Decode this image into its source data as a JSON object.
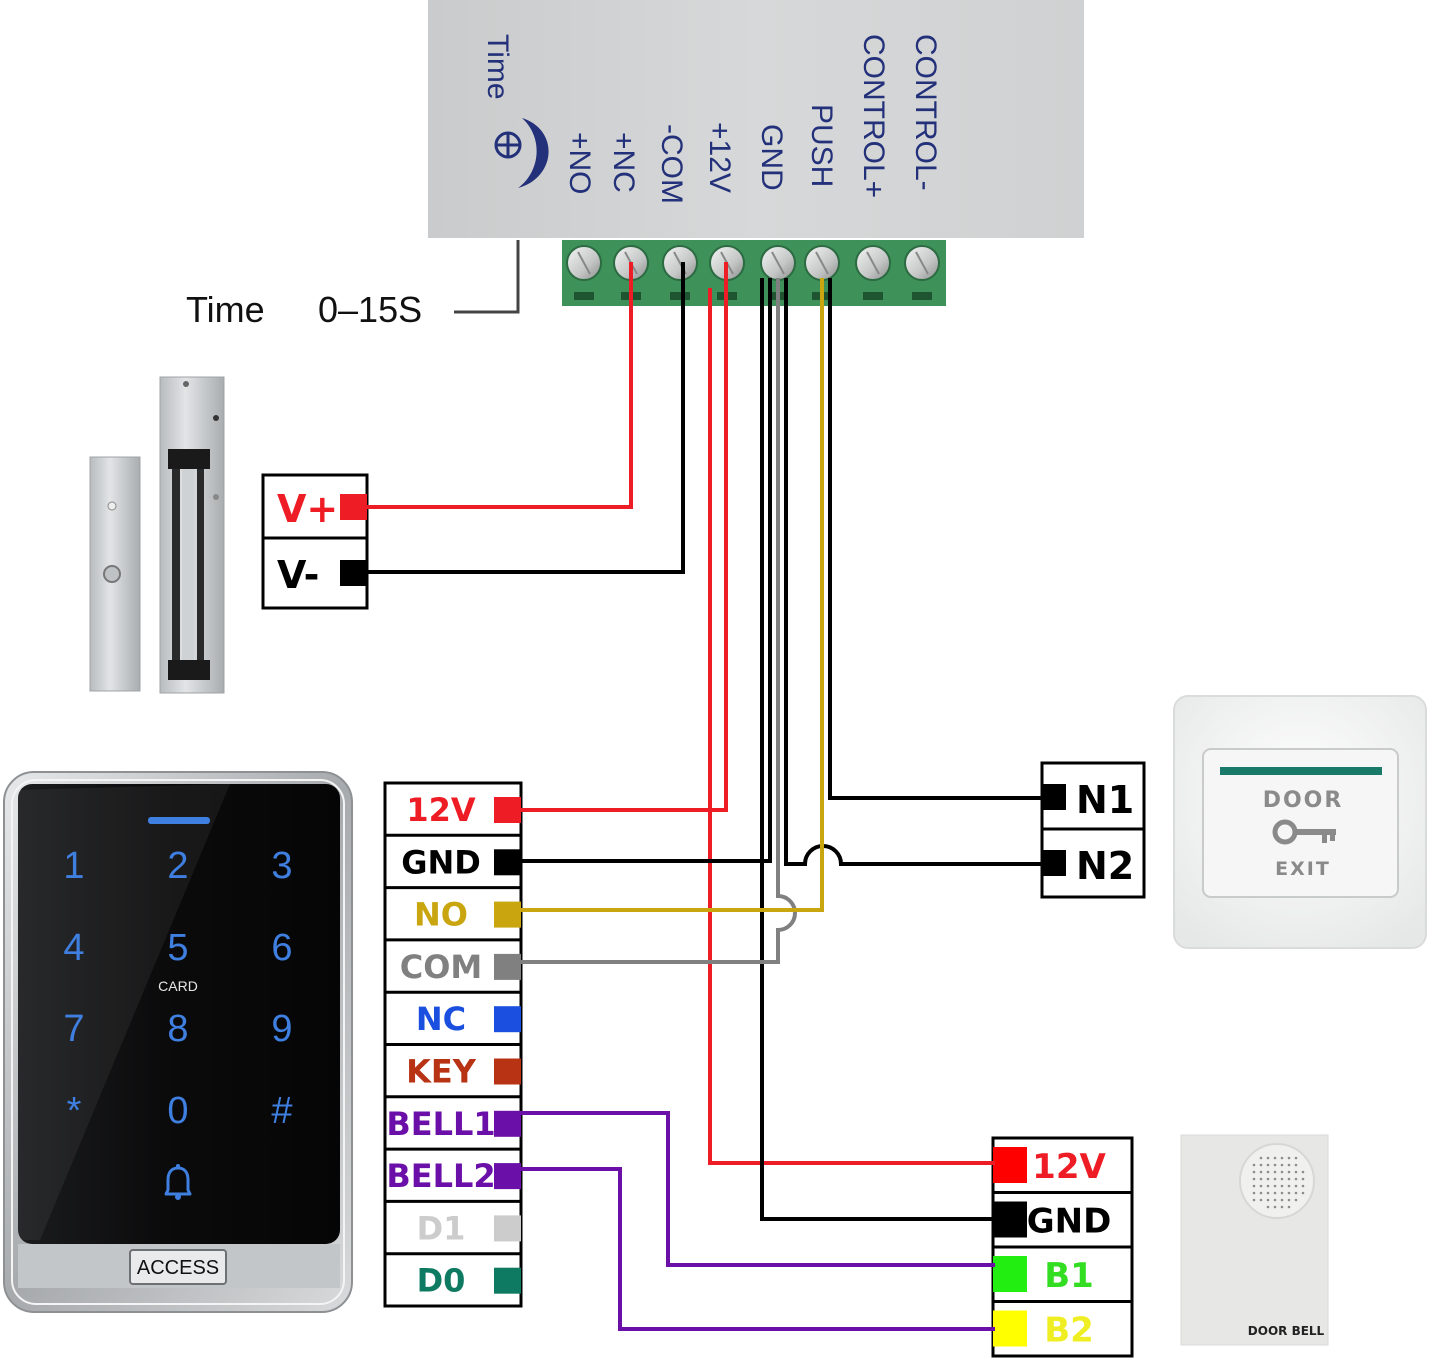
{
  "controller": {
    "name": "Access power supply controller",
    "time_label": "Time",
    "terminal_labels": [
      "+NO",
      "+NC",
      "-COM",
      "+12V",
      "GND",
      "PUSH",
      "CONTROL+",
      "CONTROL-"
    ],
    "time_range_label": "Time",
    "time_range_value": "0–15S"
  },
  "maglock": {
    "name": "Electromagnetic lock",
    "terminals": [
      {
        "label": "V+",
        "color": "#ee1c24"
      },
      {
        "label": "V-",
        "color": "#000000"
      }
    ]
  },
  "keypad": {
    "name": "Access control keypad",
    "keys": [
      "1",
      "2",
      "3",
      "4",
      "5",
      "6",
      "7",
      "8",
      "9",
      "*",
      "0",
      "#"
    ],
    "card_label": "CARD",
    "brand_label": "ACCESS",
    "key_color": "#3f7fe0",
    "terminals": [
      {
        "label": "12V",
        "color": "#ee1c24"
      },
      {
        "label": "GND",
        "color": "#000000"
      },
      {
        "label": "NO",
        "color": "#c9a610"
      },
      {
        "label": "COM",
        "color": "#808080"
      },
      {
        "label": "NC",
        "color": "#1a4fe0"
      },
      {
        "label": "KEY",
        "color": "#b83214"
      },
      {
        "label": "BELL1",
        "color": "#6a0fa8"
      },
      {
        "label": "BELL2",
        "color": "#6a0fa8"
      },
      {
        "label": "D1",
        "color": "#cccccc"
      },
      {
        "label": "D0",
        "color": "#0f7a62"
      }
    ]
  },
  "exit_button": {
    "name": "Door exit button",
    "top_text": "DOOR",
    "bottom_text": "EXIT",
    "terminals": [
      {
        "label": "N1",
        "color": "#000000"
      },
      {
        "label": "N2",
        "color": "#000000"
      }
    ]
  },
  "doorbell": {
    "name": "Door bell",
    "label": "DOOR BELL",
    "terminals": [
      {
        "label": "12V",
        "color": "#ee1c24",
        "pad": "#ff0000"
      },
      {
        "label": "GND",
        "color": "#000000",
        "pad": "#000000"
      },
      {
        "label": "B1",
        "color": "#33dd22",
        "pad": "#22ee11"
      },
      {
        "label": "B2",
        "color": "#eeee22",
        "pad": "#ffff00"
      }
    ]
  },
  "wires": [
    {
      "from": "controller:+NC",
      "to": "maglock:V+",
      "color": "#ee1c24"
    },
    {
      "from": "controller:-COM",
      "to": "maglock:V-",
      "color": "#000000"
    },
    {
      "from": "controller:+12V",
      "to": "keypad:12V",
      "color": "#ee1c24"
    },
    {
      "from": "controller:+12V",
      "to": "doorbell:12V",
      "color": "#ee1c24"
    },
    {
      "from": "controller:GND",
      "to": "keypad:GND",
      "color": "#000000"
    },
    {
      "from": "controller:GND",
      "to": "doorbell:GND",
      "color": "#000000"
    },
    {
      "from": "controller:GND",
      "to": "exit_button:N2",
      "color": "#000000"
    },
    {
      "from": "controller:GND",
      "to": "keypad:COM",
      "color": "#808080"
    },
    {
      "from": "controller:PUSH",
      "to": "keypad:NO",
      "color": "#c9a610"
    },
    {
      "from": "controller:PUSH",
      "to": "exit_button:N1",
      "color": "#000000"
    },
    {
      "from": "keypad:BELL1",
      "to": "doorbell:B1",
      "color": "#6a0fa8"
    },
    {
      "from": "keypad:BELL2",
      "to": "doorbell:B2",
      "color": "#6a0fa8"
    }
  ]
}
